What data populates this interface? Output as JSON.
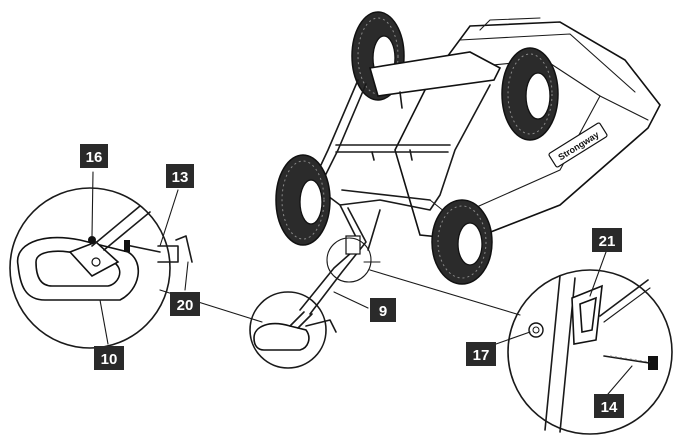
{
  "brand_text": "Strongway",
  "callouts": [
    {
      "id": "c16",
      "number": "16"
    },
    {
      "id": "c13",
      "number": "13"
    },
    {
      "id": "c20",
      "number": "20"
    },
    {
      "id": "c10",
      "number": "10"
    },
    {
      "id": "c9",
      "number": "9"
    },
    {
      "id": "c21",
      "number": "21"
    },
    {
      "id": "c17",
      "number": "17"
    },
    {
      "id": "c14",
      "number": "14"
    }
  ],
  "colors": {
    "label_bg": "#2a2a2a",
    "label_text": "#ffffff",
    "line": "#1a1a1a"
  }
}
